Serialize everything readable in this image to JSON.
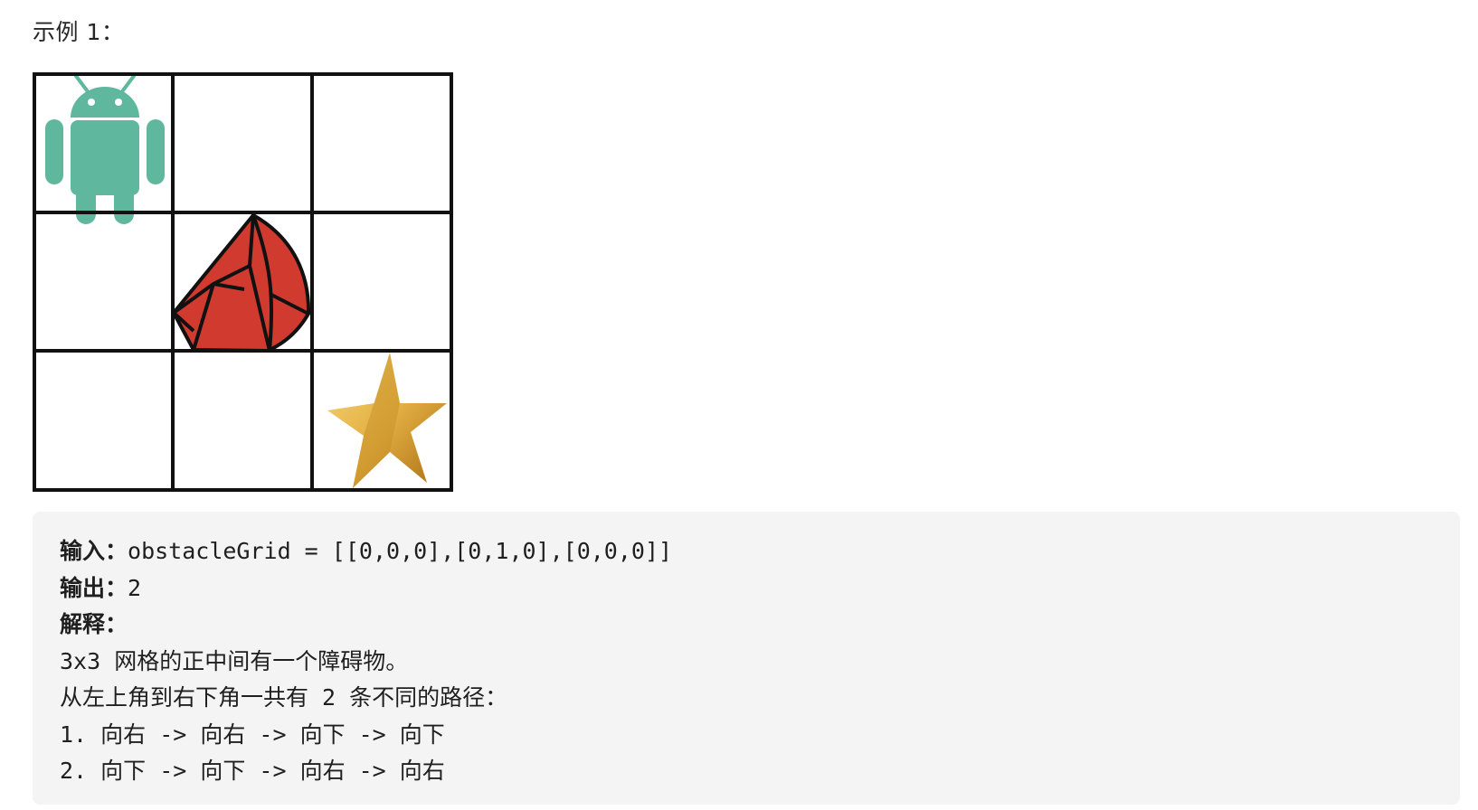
{
  "example_heading": "示例 1：",
  "grid": {
    "rows": 3,
    "cols": 3,
    "cells": [
      [
        0,
        0,
        0
      ],
      [
        0,
        1,
        0
      ],
      [
        0,
        0,
        0
      ]
    ],
    "start_icon": "android-robot-icon",
    "obstacle_icon": "red-gem-obstacle-icon",
    "finish_icon": "gold-star-icon",
    "colors": {
      "robot": "#5fb89d",
      "obstacle": "#d13a2f",
      "star": "#e3b043",
      "grid_line": "#111111"
    }
  },
  "code": {
    "input_label": "输入：",
    "input_value": "obstacleGrid = [[0,0,0],[0,1,0],[0,0,0]]",
    "output_label": "输出：",
    "output_value": "2",
    "explain_label": "解释：",
    "explain_line1": "3x3 网格的正中间有一个障碍物。",
    "explain_line2": "从左上角到右下角一共有 2 条不同的路径：",
    "path1": "1. 向右 -> 向右 -> 向下 -> 向下",
    "path2": "2. 向下 -> 向下 -> 向右 -> 向右"
  }
}
